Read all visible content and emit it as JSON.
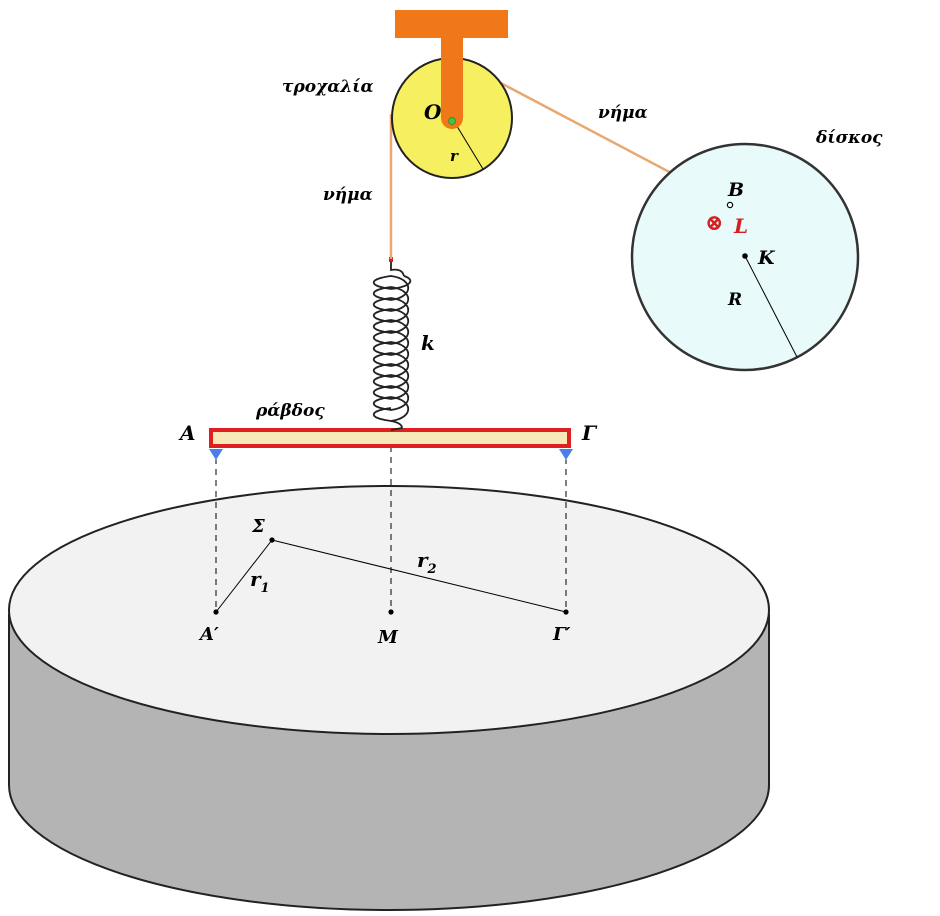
{
  "labels": {
    "pulley": "τροχαλία",
    "thread_left": "νήμα",
    "thread_right": "νήμα",
    "disk": "δίσκος",
    "rod": "ράβδος",
    "point_O": "O",
    "radius_r": "r",
    "point_B": "B",
    "angular_momentum": "⊗",
    "angular_momentum_label": "L",
    "point_K": "K",
    "radius_R": "R",
    "spring_k": "k",
    "point_A": "A",
    "point_G": "Γ",
    "point_S": "Σ",
    "r1": "r",
    "r1_sub": "1",
    "r2": "r",
    "r2_sub": "2",
    "point_A_prime": "Α′",
    "point_M": "Μ",
    "point_G_prime": "Γ′"
  },
  "colors": {
    "mount": "#f07818",
    "pulley_fill": "#f6f060",
    "thread": "#e8a870",
    "disk_fill": "#e8fafa",
    "rod_border": "#e02020",
    "rod_fill": "#f8e8b8",
    "support": "#4a7fe8",
    "table_top": "#f2f2f2",
    "table_side": "#b4b4b4",
    "label_red": "#d42020"
  }
}
